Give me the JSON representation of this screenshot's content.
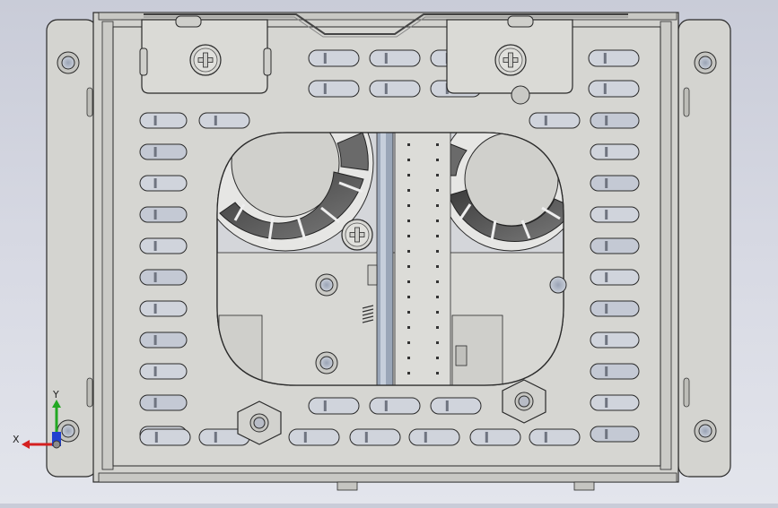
{
  "viewport": {
    "background_top": "#c9ccd8",
    "background_bottom": "#e3e5ec",
    "model_color": "#d6d6d2",
    "edge_color": "#2a2a2a",
    "recess_color": "#cfd3dc",
    "fan_blade_color": "#5a5a5a"
  },
  "triad": {
    "x_label": "X",
    "y_label": "Y",
    "x_color": "#d42020",
    "y_color": "#22a822",
    "z_color": "#2040d0"
  },
  "parts": {
    "enclosure": "sheet-metal-enclosure",
    "mounting_brackets": 2,
    "fans": 2,
    "mounting_holes": 4,
    "hex_standoffs": 2,
    "phillips_screws": 3
  }
}
